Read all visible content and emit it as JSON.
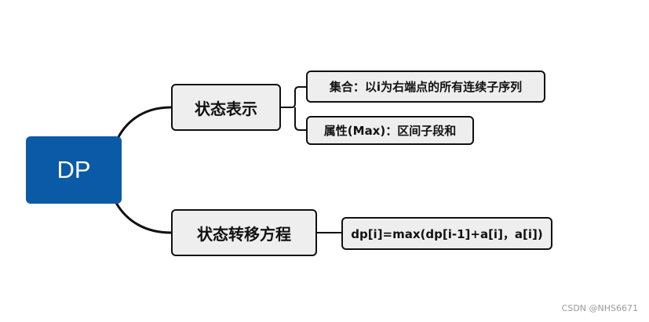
{
  "root": {
    "label": "DP"
  },
  "branches": [
    {
      "label": "状态表示",
      "children": [
        {
          "label": "集合：以i为右端点的所有连续子序列"
        },
        {
          "label": "属性(Max)：区间子段和"
        }
      ]
    },
    {
      "label": "状态转移方程",
      "children": [
        {
          "label": "dp[i]=max(dp[i-1]+a[i]，a[i])"
        }
      ]
    }
  ],
  "watermark": "CSDN @NHS6671",
  "colors": {
    "root_fill": "#0b5aa8",
    "node_fill": "#eeeeee",
    "connector": "#111111"
  }
}
